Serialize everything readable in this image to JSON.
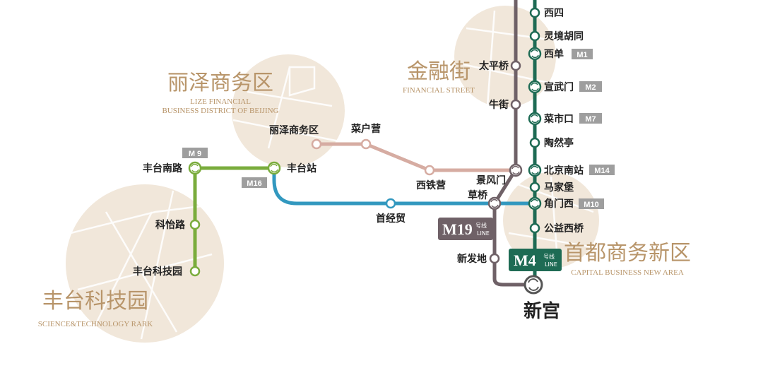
{
  "colors": {
    "background": "#ffffff",
    "district_fill": "#f1e7da",
    "district_text": "#b8956a",
    "line_m4": "#1e6b54",
    "line_m19": "#6f6167",
    "line_m16": "#3298bf",
    "line_m9": "#7aac3c",
    "line_lize": "#d6aca2",
    "tag_gray": "#9e9e9e"
  },
  "districts": {
    "lize": {
      "zh": "丽泽商务区",
      "en1": "LIZE FINANCIAL",
      "en2": "BUSINESS DISTRICT OF BEIJING"
    },
    "financial": {
      "zh": "金融街",
      "en": "FINANCIAL STREET"
    },
    "fengtai": {
      "zh": "丰台科技园",
      "en": "SCIENCE&TECHNOLOGY RARK"
    },
    "capital": {
      "zh": "首都商务新区",
      "en": "CAPITAL BUSINESS NEW AREA"
    }
  },
  "badges": {
    "m19": {
      "big": "M19",
      "small1": "号线",
      "small2": "LINE"
    },
    "m4": {
      "big": "M4",
      "small1": "号线",
      "small2": "LINE"
    }
  },
  "terminus": "新宫",
  "line_tags": {
    "m9": "M 9",
    "m16": "M16",
    "m1": "M1",
    "m2": "M2",
    "m7": "M7",
    "m14": "M14",
    "m10": "M10"
  },
  "stations": {
    "xisi": "西四",
    "lingjinghutong": "灵境胡同",
    "xidan": "西单",
    "xuanwumen": "宣武门",
    "caishikou": "菜市口",
    "taoranting": "陶然亭",
    "beijingnanzhan": "北京南站",
    "majiapu": "马家堡",
    "jiaomenxi": "角门西",
    "gongyixiqiao": "公益西桥",
    "taipingqiao": "太平桥",
    "niujie": "牛街",
    "jingfengmen": "景风门",
    "caoqiao": "草桥",
    "xinfadi": "新发地",
    "lizeshangwuqu": "丽泽商务区",
    "caihuying": "菜户营",
    "xitieying": "西铁营",
    "shoujingmao": "首经贸",
    "fengtaizhan": "丰台站",
    "fengtainanlu": "丰台南路",
    "keyilu": "科怡路",
    "fengtaikejiyuan": "丰台科技园"
  }
}
